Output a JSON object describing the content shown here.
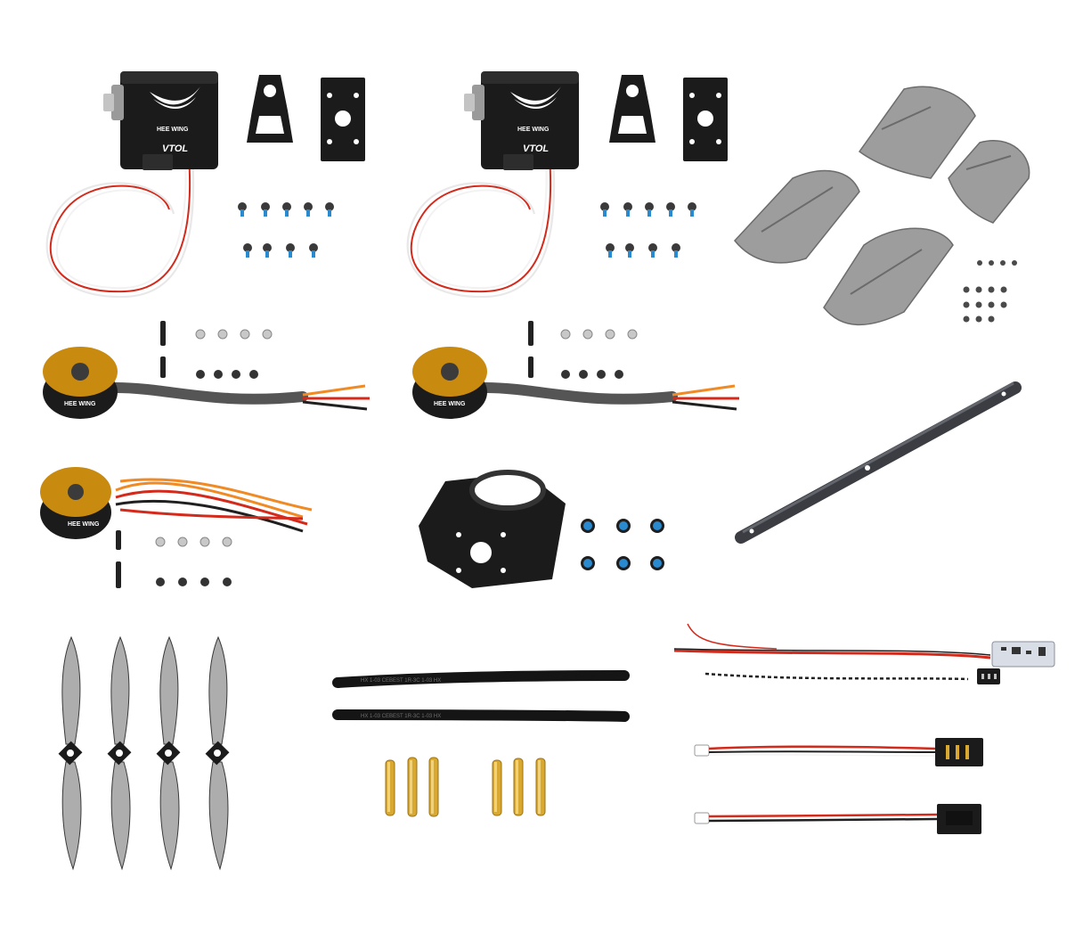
{
  "product": {
    "brand_label": "HEE WING",
    "servo_label": "VTOL",
    "shrink_tube_print": "HX  1-03  CEBEST  1R-3C  1-03  HX"
  },
  "colors": {
    "background": "#ffffff",
    "servo_body": "#1b1b1b",
    "motor_bell": "#c98a10",
    "wire_red": "#d42a1c",
    "wire_orange": "#f08a24",
    "wire_black": "#202020",
    "screw_blue": "#2a8ad0",
    "cover_grey": "#8c8c8c",
    "carbon_tube": "#3b3d42",
    "prop_grey": "#6a6a6a",
    "connector_gold": "#d8a830",
    "pcb_board": "#d8dde6"
  },
  "icons": {
    "servo": "servo-icon",
    "motor": "brushless-motor-icon",
    "propeller": "propeller-icon",
    "screw": "screw-icon",
    "tube": "carbon-tube-icon",
    "connector": "bullet-connector-icon",
    "cable": "servo-cable-icon"
  }
}
